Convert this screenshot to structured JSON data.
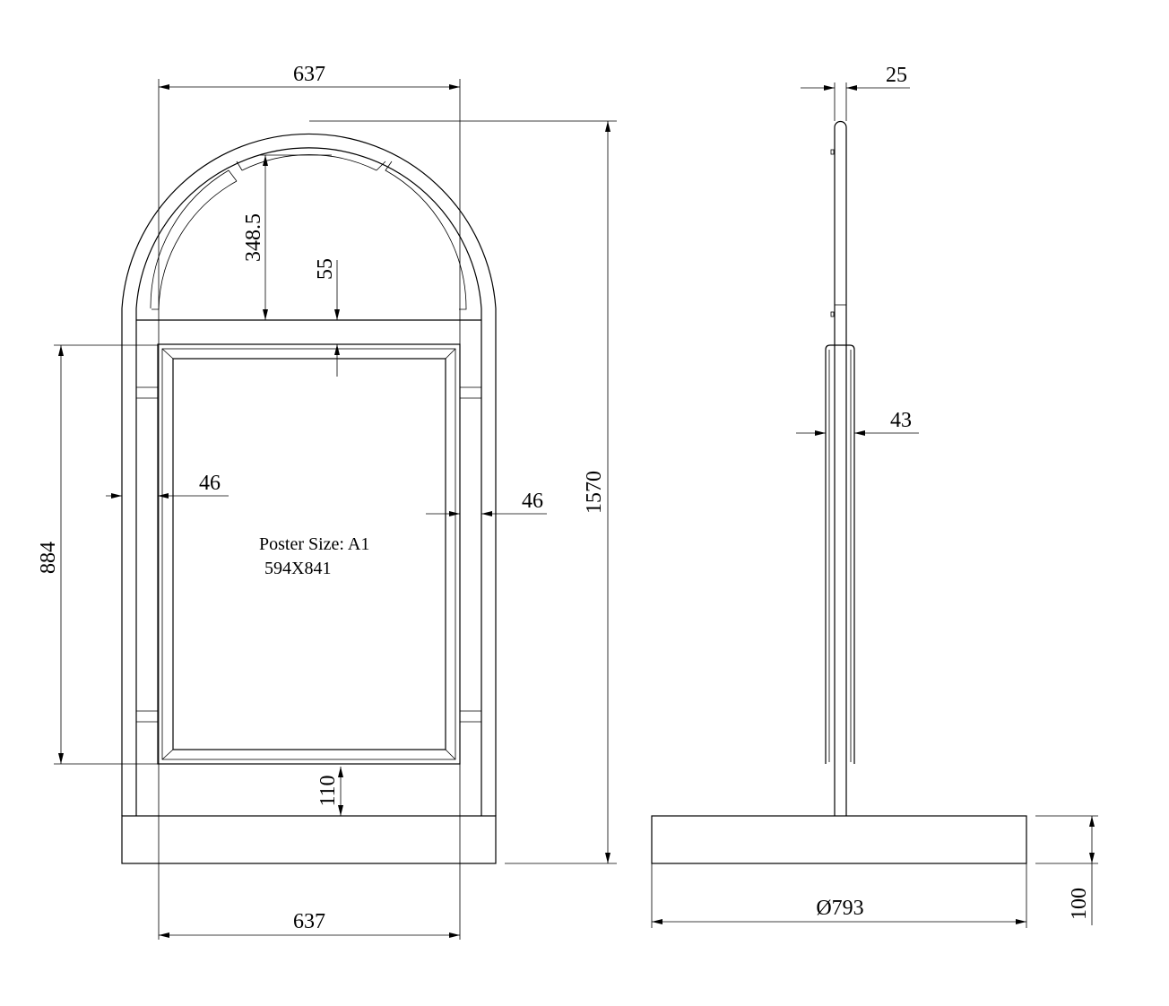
{
  "front_view": {
    "width_top": "637",
    "width_bottom": "637",
    "total_height": "1570",
    "frame_height": "884",
    "arch_height": "348.5",
    "top_gap": "55",
    "side_gap_left": "46",
    "side_gap_right": "46",
    "bottom_gap": "110",
    "poster_label": "Poster Size: A1",
    "poster_dims": "594X841"
  },
  "side_view": {
    "pole_thickness": "25",
    "frame_thickness": "43",
    "base_diameter": "Ø793",
    "base_height": "100"
  }
}
